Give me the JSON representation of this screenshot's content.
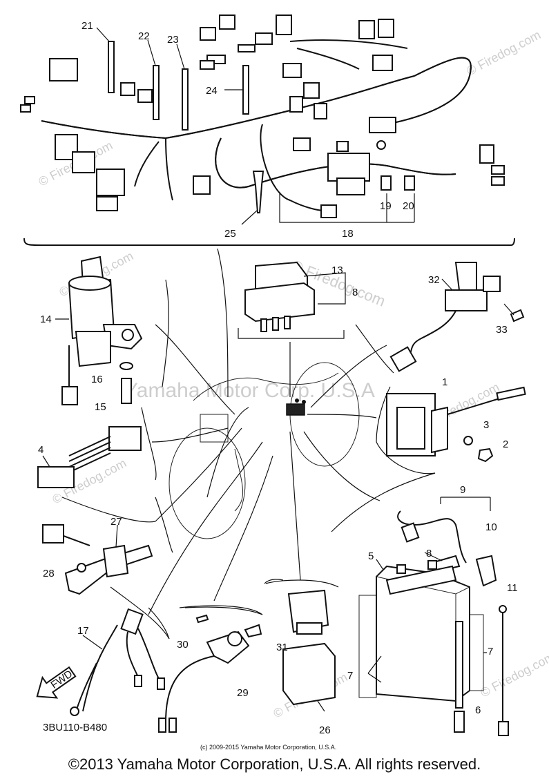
{
  "callouts": [
    "21",
    "22",
    "23",
    "24",
    "25",
    "18",
    "19",
    "20",
    "13",
    "8",
    "32",
    "33",
    "14",
    "16",
    "15",
    "4",
    "1",
    "3",
    "2",
    "27",
    "28",
    "9",
    "10",
    "5",
    "8",
    "17",
    "30",
    "29",
    "31",
    "26",
    "7",
    "7",
    "6",
    "11"
  ],
  "diagram_code": "3BU110-B480",
  "watermarks": [
    "© Firedog.com",
    "Yamaha Motor Corp. U.S.A"
  ],
  "fine_print": "(c) 2009-2015 Yamaha Motor Corporation, U.S.A.",
  "copyright": "©2013 Yamaha Motor Corporation, U.S.A. All rights reserved.",
  "fwd_label": "FWD"
}
